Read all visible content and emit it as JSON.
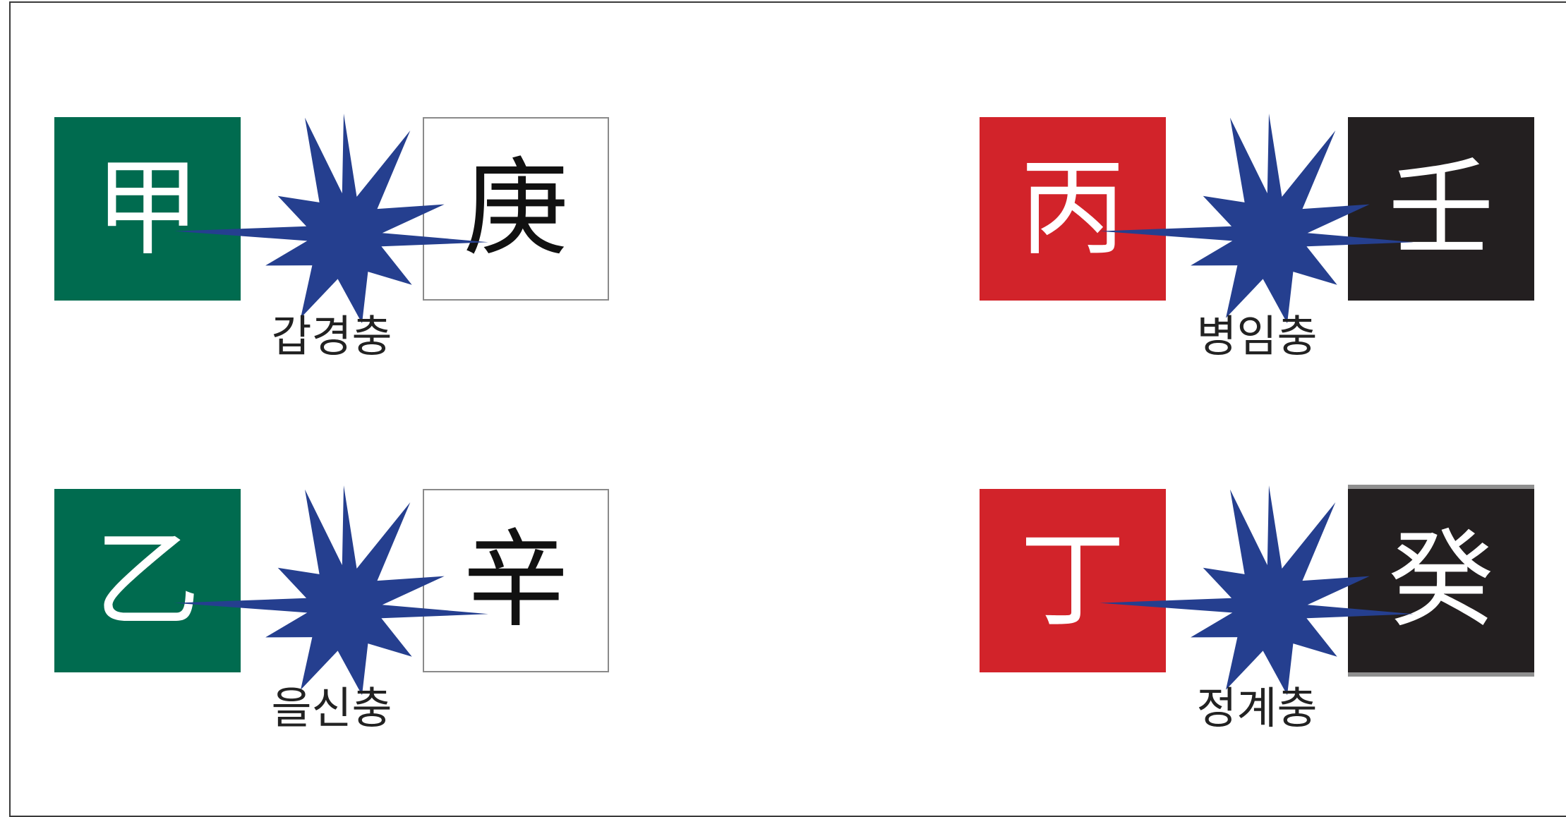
{
  "colors": {
    "wood": "#006b4f",
    "fire": "#d2232a",
    "water": "#231f20",
    "metal": "#ffffff",
    "burst": "#253f8f"
  },
  "pairs": [
    {
      "left_char": "甲",
      "left_element": "wood",
      "right_char": "庚",
      "right_element": "metal",
      "caption": "갑경충"
    },
    {
      "left_char": "丙",
      "left_element": "fire",
      "right_char": "壬",
      "right_element": "water",
      "caption": "병임충"
    },
    {
      "left_char": "乙",
      "left_element": "wood",
      "right_char": "辛",
      "right_element": "metal",
      "caption": "을신충"
    },
    {
      "left_char": "丁",
      "left_element": "fire",
      "right_char": "癸",
      "right_element": "water",
      "caption": "정계충"
    }
  ]
}
